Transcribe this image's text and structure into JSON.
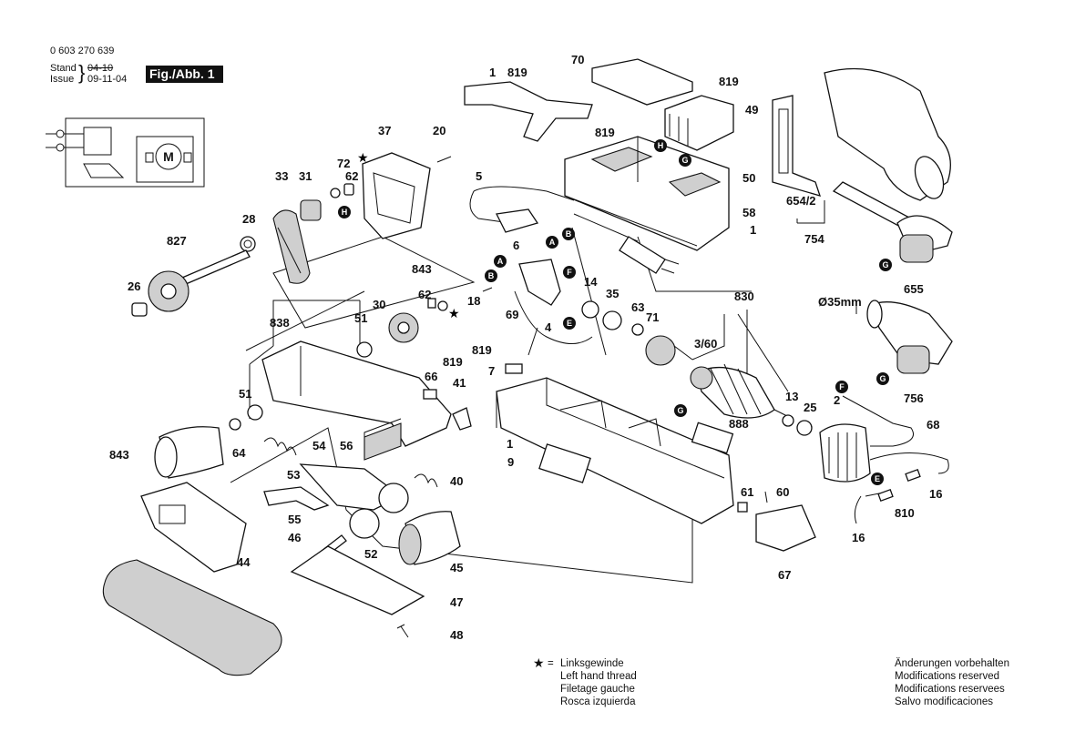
{
  "header": {
    "part_number": "0 603 270 639",
    "stand_label": "Stand",
    "stand_value": "04-10",
    "issue_label": "Issue",
    "issue_value": "09-11-04",
    "figure": "Fig./Abb. 1"
  },
  "motor_symbol": "M",
  "diameter_label": "Ø35mm",
  "callouts": {
    "A": "A",
    "B": "B",
    "E": "E",
    "F": "F",
    "G": "G",
    "H": "H"
  },
  "part_labels": [
    "1",
    "819",
    "70",
    "819",
    "49",
    "819",
    "H",
    "G",
    "50",
    "58",
    "1",
    "654/2",
    "754",
    "655",
    "5",
    "6",
    "B",
    "A",
    "A",
    "B",
    "F",
    "E",
    "14",
    "35",
    "63",
    "71",
    "830",
    "3/60",
    "13",
    "25",
    "2",
    "68",
    "16",
    "810",
    "16",
    "E",
    "888",
    "61",
    "60",
    "67",
    "Ø35mm",
    "756",
    "G",
    "37",
    "20",
    "72",
    "62",
    "31",
    "33",
    "28",
    "827",
    "26",
    "H",
    "843",
    "62",
    "18",
    "30",
    "51",
    "838",
    "69",
    "4",
    "819",
    "7",
    "66",
    "41",
    "51",
    "843",
    "64",
    "54",
    "56",
    "40",
    "9",
    "53",
    "55",
    "46",
    "52",
    "45",
    "47",
    "48",
    "44"
  ],
  "legend": {
    "symbol": "★",
    "equals": "=",
    "lines": [
      "Linksgewinde",
      "Left hand thread",
      "Filetage gauche",
      "Rosca izquierda"
    ]
  },
  "modifications": [
    "Änderungen vorbehalten",
    "Modifications reserved",
    "Modifications reservees",
    "Salvo modificaciones"
  ]
}
